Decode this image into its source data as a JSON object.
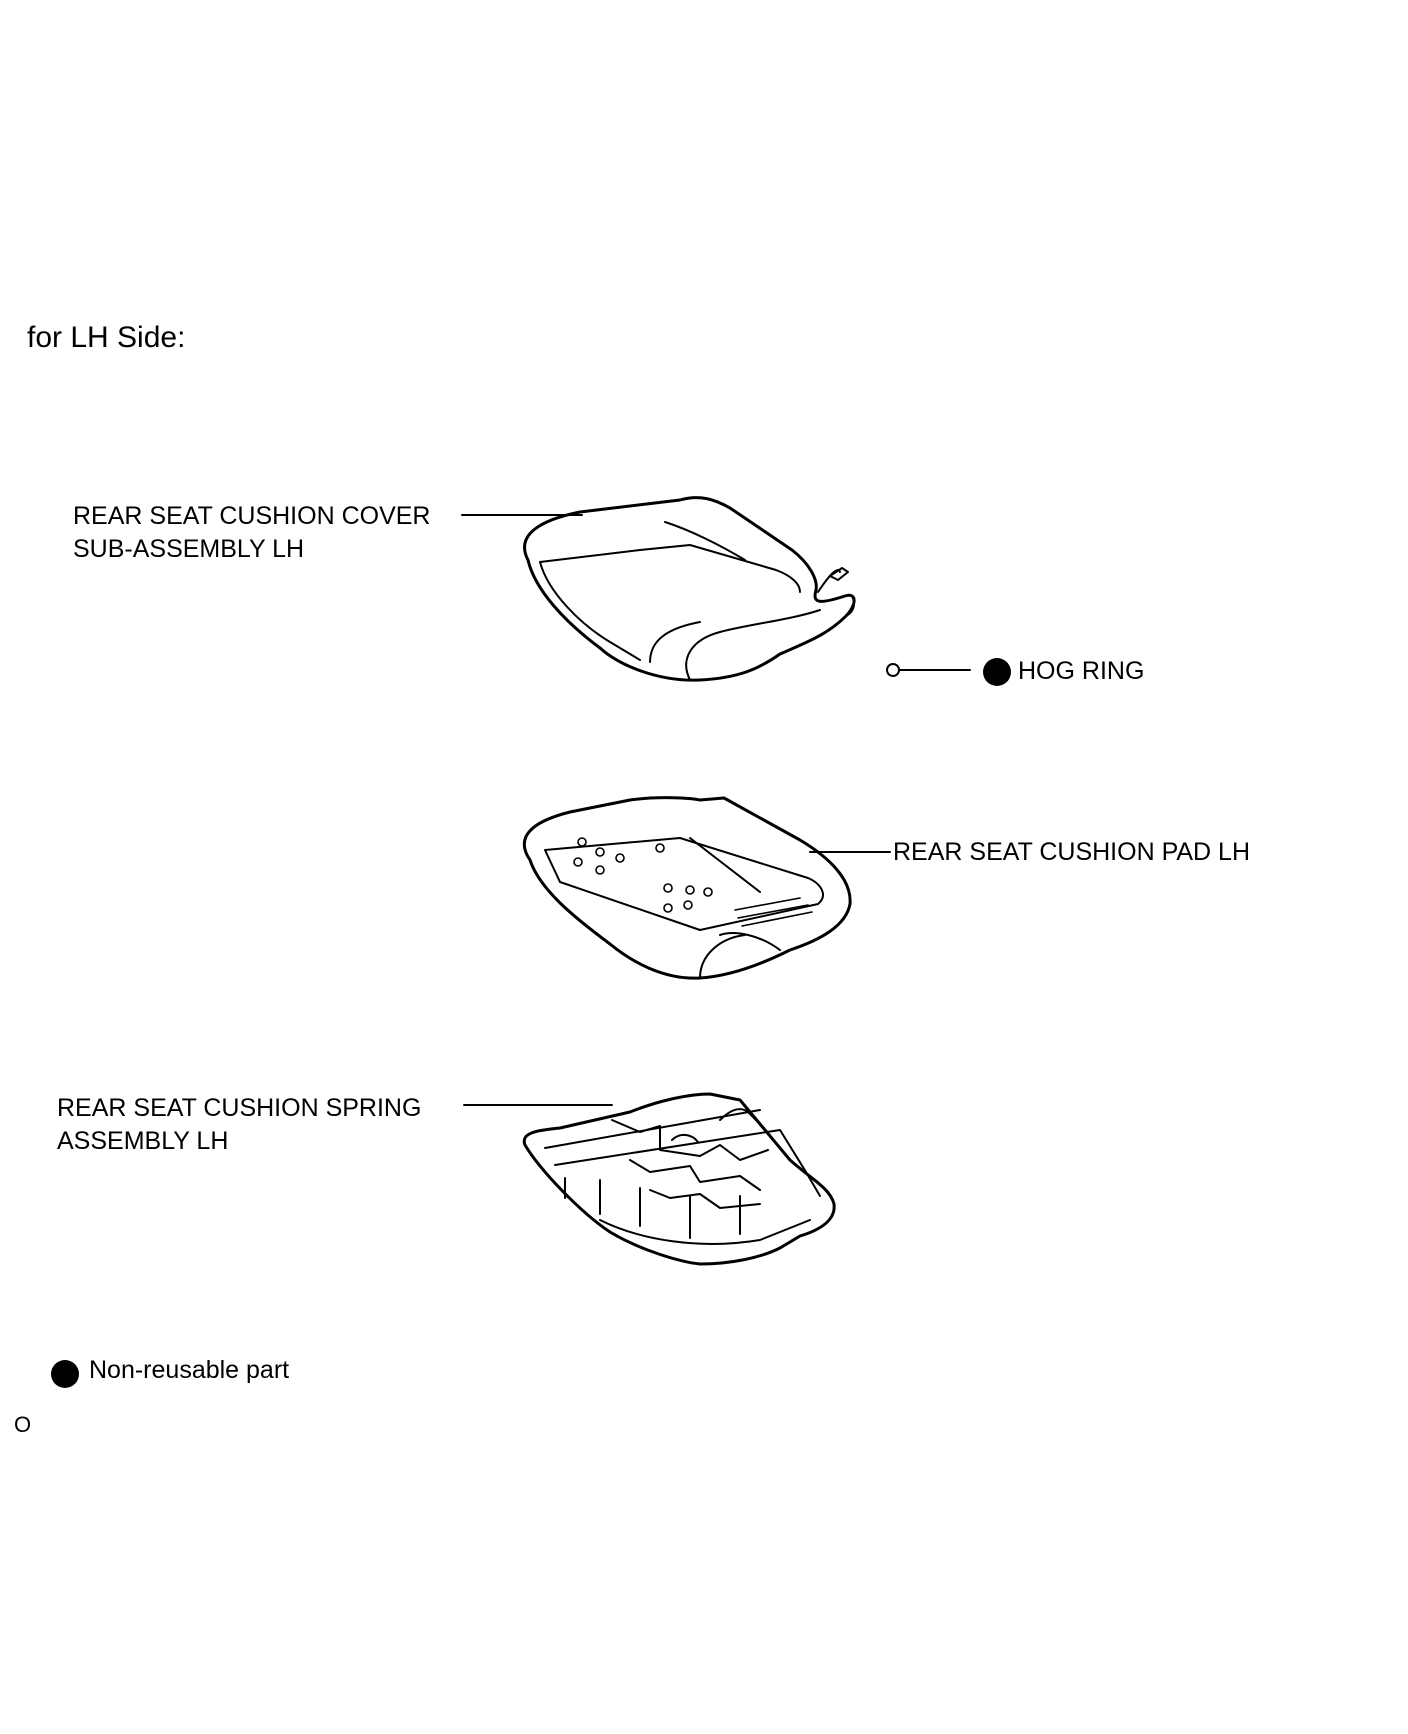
{
  "heading": "for LH Side:",
  "labels": {
    "cover_line1": "REAR SEAT CUSHION COVER",
    "cover_line2": "SUB-ASSEMBLY LH",
    "hog_ring": "HOG RING",
    "pad": "REAR SEAT CUSHION PAD LH",
    "spring_line1": "REAR SEAT CUSHION SPRING",
    "spring_line2": "ASSEMBLY LH"
  },
  "legend": {
    "non_reusable": "Non-reusable part"
  },
  "footer_code": "O"
}
